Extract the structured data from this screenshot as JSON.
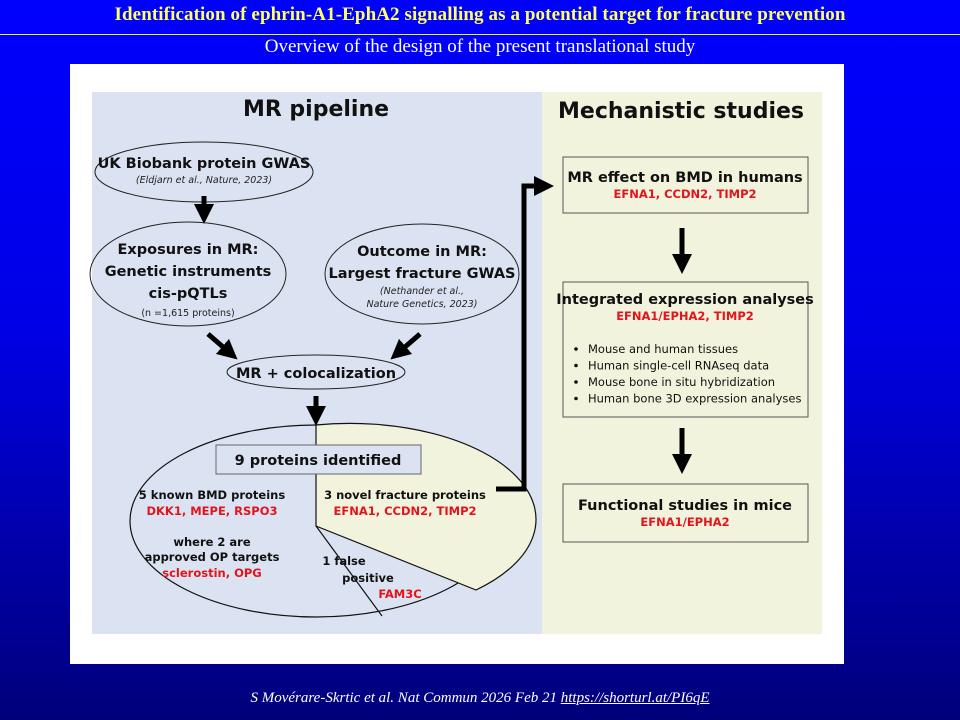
{
  "slide": {
    "title": "Identification of ephrin-A1-EphA2 signalling as a potential target for fracture prevention",
    "subtitle": "Overview of the design of the present translational study",
    "footer_text": "S Movérare-Skrtic et al. Nat Commun 2026 Feb 21 ",
    "footer_link": "https://shorturl.at/PI6qE"
  },
  "colors": {
    "title": "#ffff66",
    "left_panel": "#dbe2f1",
    "right_panel": "#f2f3dc",
    "highlight_red": "#e3141c"
  },
  "mr_pipeline": {
    "heading": "MR pipeline",
    "ukb": {
      "title": "UK Biobank protein GWAS",
      "cite": "(Eldjarn et al., Nature, 2023)"
    },
    "exposures": {
      "line1": "Exposures in MR:",
      "line2": "Genetic instruments",
      "line3": "cis-pQTLs",
      "note": "(n =1,615 proteins)"
    },
    "outcome": {
      "line1": "Outcome in MR:",
      "line2": "Largest fracture GWAS",
      "cite1": "(Nethander et al.,",
      "cite2": "Nature Genetics, 2023)"
    },
    "mr_coloc": "MR + colocalization",
    "proteins_box": "9 proteins identified",
    "known": {
      "label": "5 known BMD proteins",
      "genes": "DKK1, MEPE, RSPO3",
      "note1": "where 2 are",
      "note2": "approved OP targets",
      "targets": "sclerostin, OPG"
    },
    "novel": {
      "label": "3 novel fracture proteins",
      "genes": "EFNA1, CCDN2, TIMP2"
    },
    "false_pos": {
      "line1": "1 false",
      "line2": "positive",
      "gene": "FAM3C"
    },
    "pie_counts": {
      "known": 5,
      "novel": 3,
      "false_positive": 1
    }
  },
  "mechanistic": {
    "heading": "Mechanistic studies",
    "box1": {
      "title": "MR effect on BMD in humans",
      "genes": "EFNA1, CCDN2, TIMP2"
    },
    "box2": {
      "title": "Integrated expression analyses",
      "genes": "EFNA1/EPHA2, TIMP2",
      "bullets": [
        "Mouse and human tissues",
        "Human single-cell RNAseq data",
        "Mouse bone in situ hybridization",
        "Human bone 3D expression analyses"
      ]
    },
    "box3": {
      "title": "Functional studies in mice",
      "genes": "EFNA1/EPHA2"
    }
  }
}
